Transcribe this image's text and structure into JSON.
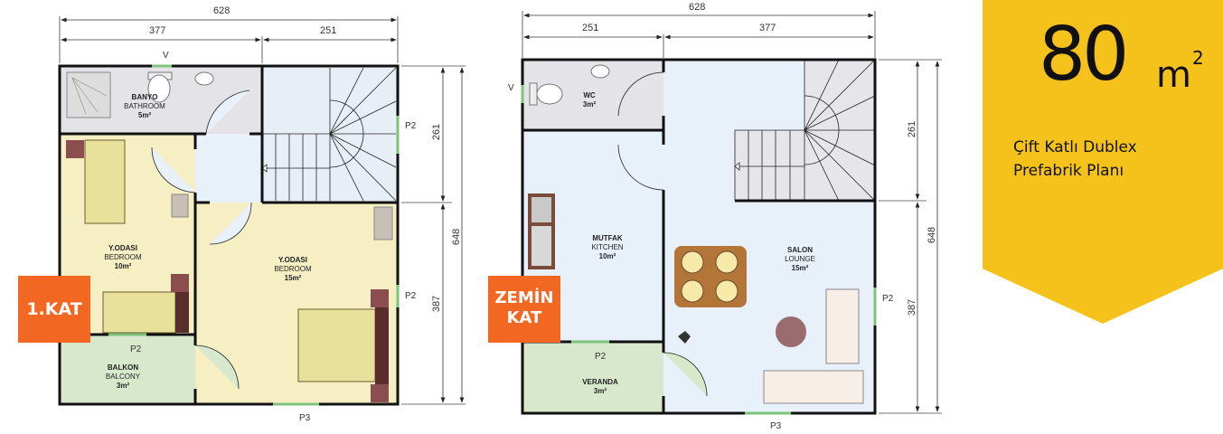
{
  "badge": {
    "area_number": "80",
    "area_unit": "m",
    "area_exp": "2",
    "subtitle_line1": "Çift Katlı Dublex",
    "subtitle_line2": "Prefabrik Planı",
    "color": "#f5c21b"
  },
  "first_floor": {
    "tag": "1.KAT",
    "dims": {
      "total_width": "628",
      "left_width": "377",
      "right_width": "251",
      "top_height": "261",
      "bottom_height": "387",
      "total_height": "648"
    },
    "rooms": [
      {
        "name": "BANYO",
        "name_en": "BATHROOM",
        "area": "5m²"
      },
      {
        "name": "Y.ODASI",
        "name_en": "BEDROOM",
        "area": "10m²"
      },
      {
        "name": "Y.ODASI",
        "name_en": "BEDROOM",
        "area": "15m²"
      },
      {
        "name": "BALKON",
        "name_en": "BALCONY",
        "area": "3m²"
      }
    ],
    "openings": {
      "v": "V",
      "p2_top": "P2",
      "p2_mid": "P2",
      "p2_balcony": "P2",
      "p3": "P3"
    }
  },
  "ground_floor": {
    "tag_line1": "ZEMİN",
    "tag_line2": "KAT",
    "dims": {
      "total_width": "628",
      "left_width": "251",
      "right_width": "377",
      "top_height": "261",
      "bottom_height": "387",
      "total_height": "648"
    },
    "rooms": [
      {
        "name": "WC",
        "area": "3m²"
      },
      {
        "name": "MUTFAK",
        "name_en": "KITCHEN",
        "area": "10m²"
      },
      {
        "name": "SALON",
        "name_en": "LOUNGE",
        "area": "15m²"
      },
      {
        "name": "VERANDA",
        "area": "3m²"
      }
    ],
    "openings": {
      "v": "V",
      "p2_right": "P2",
      "p2_veranda": "P2",
      "p3": "P3"
    }
  },
  "colors": {
    "tag": "#f26722",
    "bedroom": "#f6efc4",
    "bathroom": "#e4e4e8",
    "hall": "#e8f1fa",
    "balcony": "#d8e8cc",
    "wall": "#111111"
  }
}
